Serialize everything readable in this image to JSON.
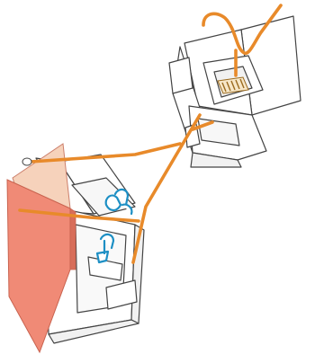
{
  "diagram": {
    "caption": "",
    "colors": {
      "background": "#ffffff",
      "outline": "#444444",
      "wall": "#ffffff",
      "wall_shade": "#f1f1f1",
      "pipe": "#e88a2a",
      "door_panel": "#f08a76",
      "door_panel_light": "#f6d2bb",
      "fixture": "#1d8fc4",
      "grate": "#9a6a1e"
    },
    "parts": [
      {
        "name": "upper-unit",
        "shape": "isometric-box"
      },
      {
        "name": "lower-unit",
        "shape": "isometric-box"
      },
      {
        "name": "open-door-panel",
        "shape": "hinged-panel"
      },
      {
        "name": "connecting-pipes",
        "shape": "tubing"
      },
      {
        "name": "fixtures",
        "shape": "blue-fittings"
      },
      {
        "name": "drain-grate",
        "shape": "grille"
      }
    ]
  }
}
